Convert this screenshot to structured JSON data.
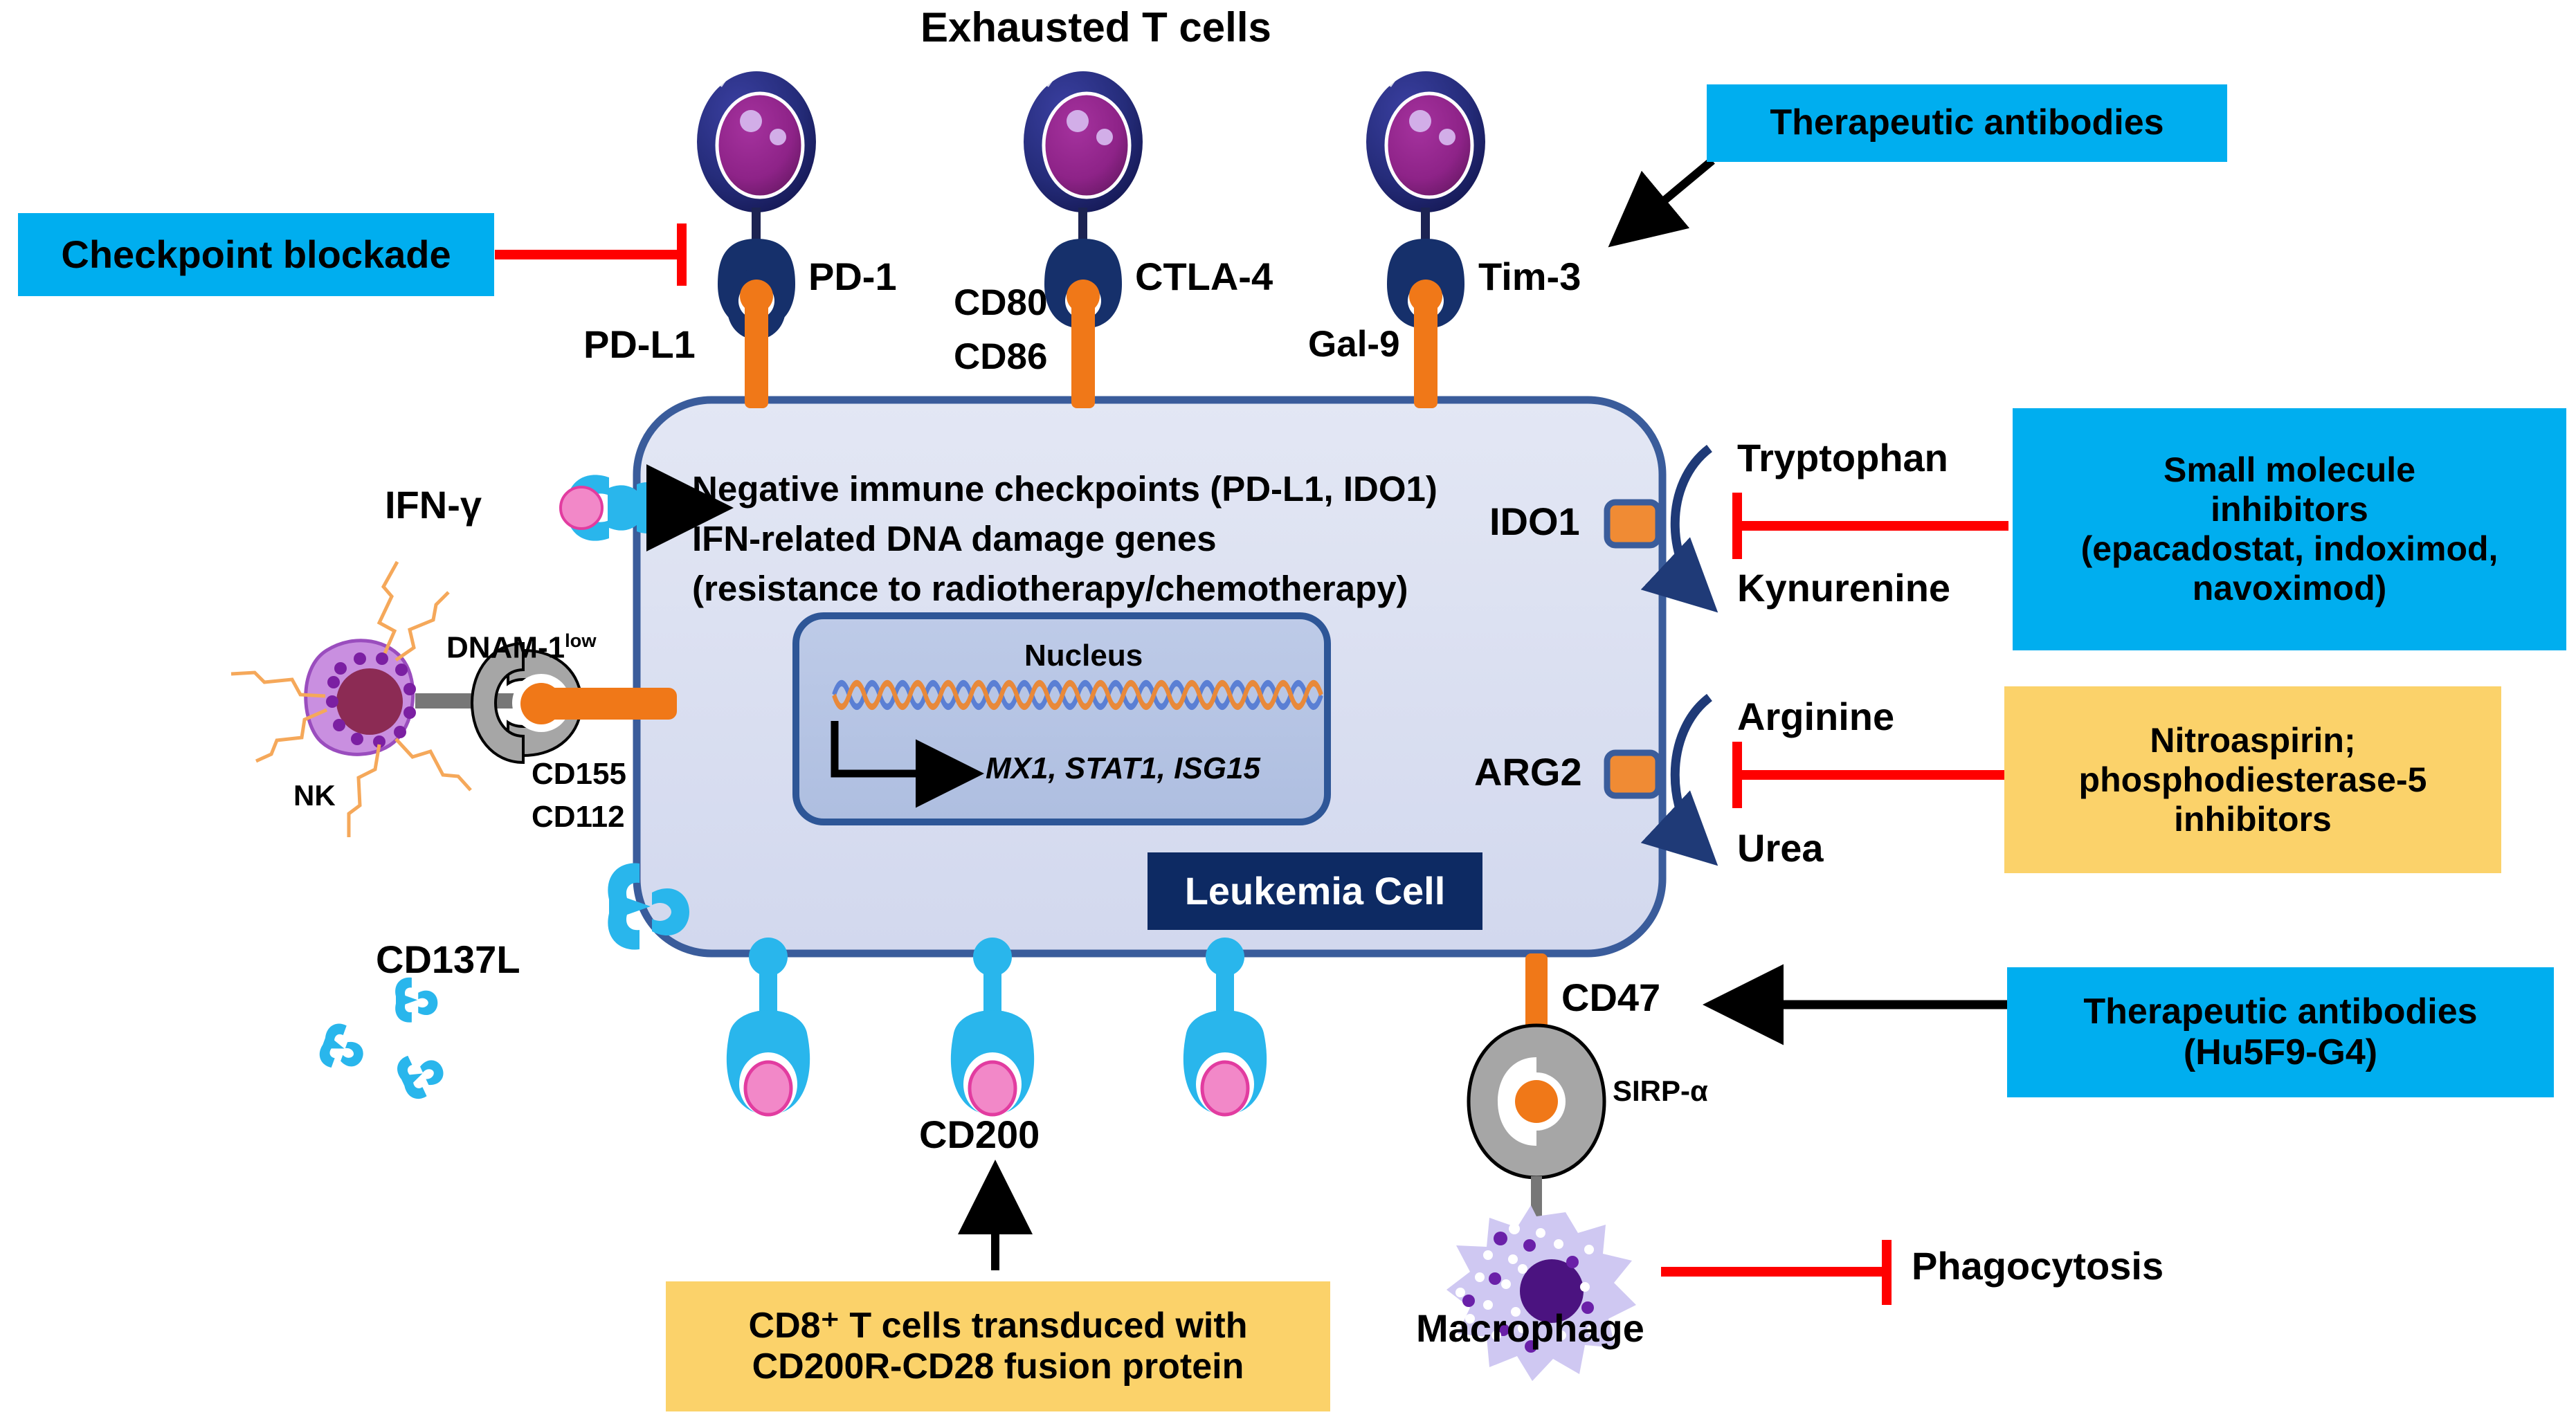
{
  "title": "Exhausted T cells",
  "colors": {
    "cyan_box": "#00AEEF",
    "yellow_box": "#FBD26A",
    "navy_box": "#0D2A63",
    "cell_fill": "#DADEF0",
    "cell_border": "#3A5C9B",
    "nucleus_fill": "#B6C4E4",
    "inhibit_red": "#FF0000",
    "receptor_orange": "#F07818",
    "receptor_cyan": "#29B6EC",
    "tcell_outer": "#252C7A",
    "tcell_nucleus": "#8E2388",
    "nk_membrane": "#C98FE0",
    "nk_nucleus": "#8C2B54",
    "macrophage_fill": "#CFC8F2",
    "macrophage_nucleus": "#4B1380",
    "sirp_grey": "#A6A6A6"
  },
  "boxes": {
    "checkpoint_blockade": "Checkpoint blockade",
    "therapeutic_antibodies_top": "Therapeutic antibodies",
    "small_molecule_inhibitors": [
      "Small molecule",
      "inhibitors",
      "(epacadostat, indoximod,",
      "navoximod)"
    ],
    "nitroaspirin": [
      "Nitroaspirin;",
      "phosphodiesterase-5",
      "inhibitors"
    ],
    "therapeutic_antibodies_cd47": [
      "Therapeutic antibodies",
      "(Hu5F9-G4)"
    ],
    "cd8_transduced": [
      "CD8⁺ T cells transduced with",
      "CD200R-CD28 fusion protein"
    ],
    "leukemia_cell": "Leukemia Cell"
  },
  "cell_body": {
    "lines": [
      "Negative immune checkpoints (PD-L1, IDO1)",
      "IFN-related DNA damage genes",
      "(resistance to radiotherapy/chemotherapy)"
    ]
  },
  "nucleus": {
    "title": "Nucleus",
    "genes": "MX1, STAT1, ISG15"
  },
  "receptors": {
    "pd1": "PD-1",
    "ctla4": "CTLA-4",
    "tim3": "Tim-3",
    "pdl1": "PD-L1",
    "cd80": "CD80",
    "cd86": "CD86",
    "gal9": "Gal-9",
    "cd137l": "CD137L",
    "cd200": "CD200",
    "cd47": "CD47",
    "sirpa": "SIRP-α",
    "ido1": "IDO1",
    "arg2": "ARG2",
    "cd155": "CD155",
    "cd112": "CD112"
  },
  "metabolites": {
    "tryptophan": "Tryptophan",
    "kynurenine": "Kynurenine",
    "arginine": "Arginine",
    "urea": "Urea"
  },
  "cells": {
    "ifn_gamma": "IFN-γ",
    "nk": "NK",
    "dnam1_base": "DNAM-1",
    "dnam1_sup": "low",
    "macrophage": "Macrophage",
    "phagocytosis": "Phagocytosis"
  }
}
